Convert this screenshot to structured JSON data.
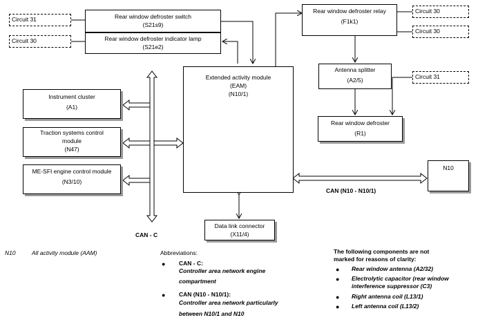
{
  "circuits": {
    "c31_top": "Circuit 31",
    "c30_left": "Circuit 30",
    "c30_relay_top": "Circuit 30",
    "c30_relay_bottom": "Circuit 30",
    "c31_splitter": "Circuit 31"
  },
  "components": {
    "switch": {
      "name": "Rear window defroster switch",
      "code": "(S21s9)"
    },
    "lamp": {
      "name": "Rear window defroster indicator lamp",
      "code": "(S21e2)"
    },
    "relay": {
      "name": "Rear window defroster relay",
      "code": "(F1k1)"
    },
    "splitter": {
      "name": "Antenna splitter",
      "code": "(A2/5)"
    },
    "defroster": {
      "name": "Rear window defroster",
      "code": "(R1)"
    },
    "eam": {
      "name": "Extended activity module",
      "abbr": "(EAM)",
      "code": "(N10/1)"
    },
    "cluster": {
      "name": "Instrument cluster",
      "code": "(A1)"
    },
    "traction": {
      "name_l1": "Traction systems control",
      "name_l2": "module",
      "code": "(N47)"
    },
    "engine": {
      "name": "ME-SFI engine control module",
      "code": "(N3/10)"
    },
    "n10": {
      "name": "N10"
    },
    "dlc": {
      "name": "Data link connector",
      "code": "(X11/4)"
    }
  },
  "bus_labels": {
    "can_c": "CAN - C",
    "can_n10": "CAN (N10 - N10/1)"
  },
  "legend": {
    "n10_code": "N10",
    "n10_desc": "All activity module (AAM)"
  },
  "abbreviations": {
    "title": "Abbreviations:",
    "items": [
      {
        "term": "CAN  - C:",
        "desc_l1": "Controller area network engine",
        "desc_l2": "compartment"
      },
      {
        "term": "CAN  (N10  - N10/1):",
        "desc_l1": "Controller area network particularly",
        "desc_l2": "between N10/1 and N10"
      }
    ]
  },
  "not_marked": {
    "title_l1": "The following components are not",
    "title_l2": "marked for reasons of clarity:",
    "items": [
      {
        "l1": "Rear window antenna (A2/32)",
        "l2": ""
      },
      {
        "l1": "Electrolytic capacitor (rear window",
        "l2": "interference suppressor (C3)"
      },
      {
        "l1": "Right antenna coil  (L13/1)",
        "l2": ""
      },
      {
        "l1": "Left antenna coil  (L13/2)",
        "l2": ""
      }
    ]
  }
}
